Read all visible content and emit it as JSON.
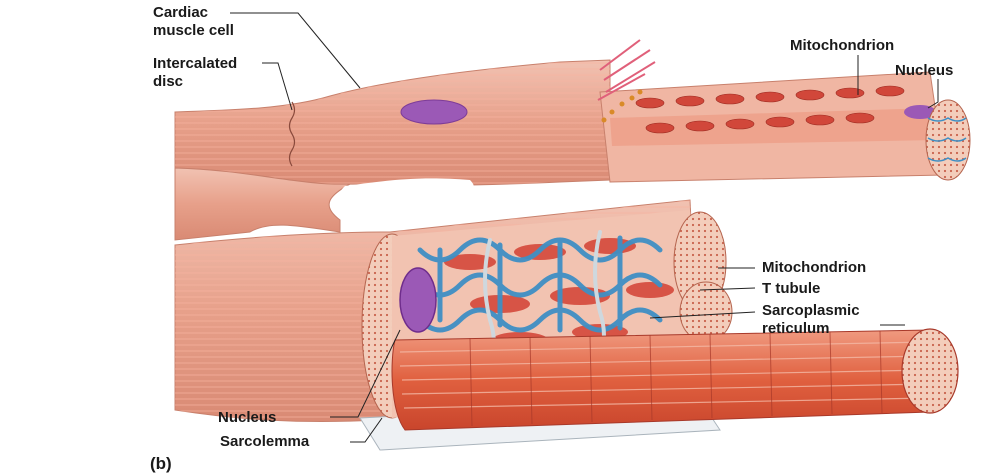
{
  "figure": {
    "panel_label": "(b)",
    "labels": {
      "cardiac_muscle_cell_line1": "Cardiac",
      "cardiac_muscle_cell_line2": "muscle cell",
      "intercalated_disc_line1": "Intercalated",
      "intercalated_disc_line2": "disc",
      "mitochondrion_top": "Mitochondrion",
      "nucleus_top": "Nucleus",
      "mitochondrion_right": "Mitochondrion",
      "t_tubule": "T tubule",
      "sarcoplasmic_reticulum_line1": "Sarcoplasmic",
      "sarcoplasmic_reticulum_line2": "reticulum",
      "nucleus_bottom": "Nucleus",
      "sarcolemma": "Sarcolemma"
    }
  },
  "colors": {
    "muscle_fill": "#e9a08c",
    "muscle_dark": "#c86e5a",
    "myofibril": "#d9533d",
    "sarcoplasmic_reticulum": "#3f8fc4",
    "t_tubule": "#cfd8de",
    "nucleus": "#9b59b6",
    "mitochondrion": "#c8443a",
    "sarcolemma": "#eef1f4",
    "intercalated_disc": "#e0607a"
  }
}
